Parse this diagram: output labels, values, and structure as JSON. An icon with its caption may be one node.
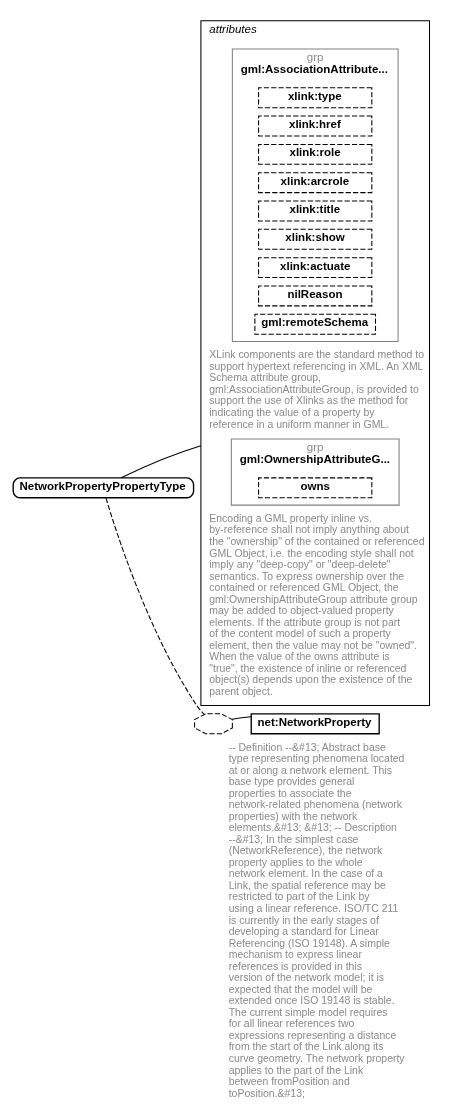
{
  "diagram": {
    "nodes": [
      {
        "text": [
          "NetworkPropertyPropertyType"
        ]
      },
      {
        "text": [
          "attributes"
        ]
      },
      {
        "text": [
          "grp",
          "gml:AssociationAttribute..."
        ],
        "in": 1,
        "beside": [
          "XLink components are the standard method to support hypertext referencing in XML. An XML Schema attribute group, gml:AssociationAttributeGroup, is provided to support the use of Xlinks as the method for indicating the value of a property by reference in a uniform manner in GML."
        ]
      },
      {
        "text": [
          "xlink:type"
        ],
        "in": 2
      },
      {
        "text": [
          "xlink:href"
        ],
        "in": 2
      },
      {
        "text": [
          "xlink:role"
        ],
        "in": 2
      },
      {
        "text": [
          "xlink:arcrole"
        ],
        "in": 2
      },
      {
        "text": [
          "xlink:title"
        ],
        "in": 2
      },
      {
        "text": [
          "xlink:show"
        ],
        "in": 2
      },
      {
        "text": [
          "xlink:actuate"
        ],
        "in": 2
      },
      {
        "text": [
          "nilReason"
        ],
        "in": 2
      },
      {
        "text": [
          "gml:remoteSchema"
        ],
        "in": 2
      },
      {
        "text": [
          "grp",
          "gml:OwnershipAttributeG..."
        ],
        "in": 1,
        "beside": [
          "Encoding a GML property inline vs. by-reference shall not imply anything about the \"ownership\" of the contained or referenced GML Object, i.e. the encoding style shall not imply any \"deep-copy\" or \"deep-delete\" semantics. To express ownership over the contained or referenced GML Object, the gml:OwnershipAttributeGroup attribute group may be added to object-valued property elements. If the attribute group is not part of the content model of such a property element, then the value may not be \"owned\". When the value of the owns attribute is \"true\", the existence of inline or referenced object(s) depends upon the existence of the parent object."
        ]
      },
      {
        "text": [
          "owns"
        ],
        "in": 12
      },
      {
        "text": [],
        "shape": "octagon"
      },
      {
        "text": [
          "net:NetworkProperty"
        ],
        "beside": [
          "-- Definition --&#13; Abstract base type representing phenomena located at or along a network element. This base type provides general properties to associate the network-related phenomena (network properties) with the network elements.&#13; &#13; -- Description --&#13; In the simplest case (NetworkReference), the network property applies to the whole network element. In the case of a Link, the spatial reference may be restricted to part of the Link by using a linear reference. ISO/TC 211 is currently in the early stages of developing a standard for Linear Referencing (ISO 19148). A simple mechanism to express linear references is provided in this version of the network model; it is expected that the model will be extended once ISO 19148 is stable. The current simple model requires for all linear references two expressions representing a distance from the start of the Link along its curve geometry. The network property applies to the part of the Link between fromPosition and toPosition.&#13;"
        ]
      }
    ],
    "edges": [
      {
        "from": 0,
        "to": 1,
        "arrow": "none"
      },
      {
        "from": 0,
        "to": 14,
        "arrow": "none",
        "style": "dashed"
      },
      {
        "from": 14,
        "to": 15,
        "arrow": "none"
      }
    ]
  }
}
